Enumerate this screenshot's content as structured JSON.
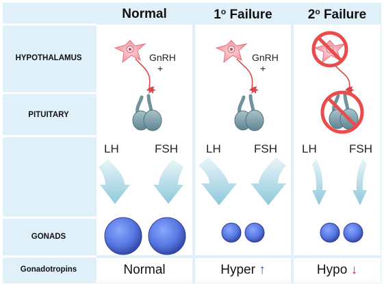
{
  "rows": {
    "hypothalamus": "HYPOTHALAMUS",
    "pituitary": "PITUITARY",
    "gonads": "GONADS",
    "gonadotropins": "Gonadotropins"
  },
  "columns": [
    {
      "title": "Normal",
      "sup": "",
      "suffix": "",
      "outcome": "Normal",
      "arrow": ""
    },
    {
      "title": "1",
      "sup": "o",
      "suffix": " Failure",
      "outcome": "Hyper",
      "arrow": "↑"
    },
    {
      "title": "2",
      "sup": "o",
      "suffix": " Failure",
      "outcome": "Hypo",
      "arrow": "↓"
    }
  ],
  "hormones": {
    "gnrh": "GnRH",
    "plus": "+",
    "lh": "LH",
    "fsh": "FSH"
  },
  "colors": {
    "grid_bg": "#dff0f8",
    "neuron": "#f4a0aa",
    "gland": "#7fa2ad",
    "gonad": "#5577e0",
    "arrow": "#a9d6e4",
    "axon": "#d9464a",
    "prohibit": "#ea4b4b",
    "up_arrow": "#2a55c8",
    "down_arrow": "#d3252b"
  }
}
